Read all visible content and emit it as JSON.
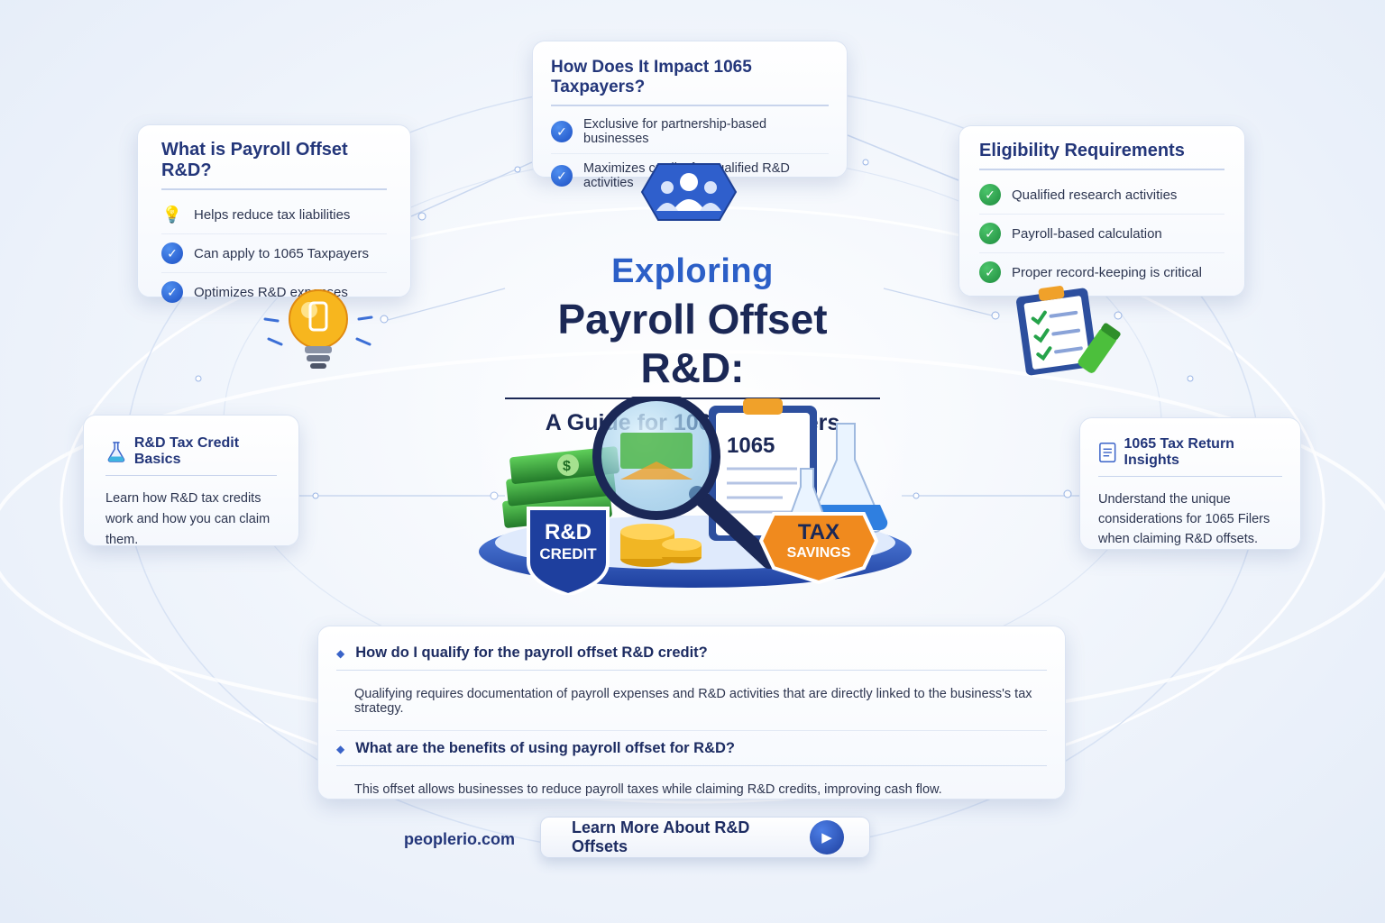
{
  "title": {
    "line1": "Exploring",
    "line2": "Payroll Offset R&D:",
    "line3": "A Guide for 1065 Taxpayers"
  },
  "what_card": {
    "title": "What is Payroll Offset R&D?",
    "items": [
      "Helps reduce tax liabilities",
      "Can apply to 1065 Taxpayers",
      "Optimizes R&D expenses"
    ]
  },
  "impact_card": {
    "title": "How Does It Impact 1065 Taxpayers?",
    "items": [
      "Exclusive for partnership-based businesses",
      "Maximizes credits for qualified R&D activities"
    ]
  },
  "eligibility_card": {
    "title": "Eligibility Requirements",
    "items": [
      "Qualified research activities",
      "Payroll-based calculation",
      "Proper record-keeping is critical"
    ]
  },
  "basics_card": {
    "title": "R&D Tax Credit Basics",
    "body": "Learn how R&D tax credits work and how you can claim them."
  },
  "insights_card": {
    "title": "1065 Tax Return Insights",
    "body": "Understand the unique considerations for 1065 Filers when claiming R&D offsets."
  },
  "illustration": {
    "form_number": "1065",
    "badge_left_line1": "R&D",
    "badge_left_line2": "CREDIT",
    "badge_right_line1": "TAX",
    "badge_right_line2": "SAVINGS"
  },
  "faq": [
    {
      "question": "How do I qualify for the payroll offset R&D credit?",
      "answer": "Qualifying requires documentation of payroll expenses and R&D activities that are directly linked to the business's tax strategy."
    },
    {
      "question": "What are the benefits of using payroll offset for R&D?",
      "answer": "This offset allows businesses to reduce payroll taxes while claiming R&D credits, improving cash flow."
    }
  ],
  "footer": {
    "site": "peoplerio.com",
    "cta_label": "Learn More About R&D Offsets"
  },
  "icons": {
    "check": "check-icon",
    "bulb": "lightbulb-icon",
    "users": "users-icon",
    "clipboard": "clipboard-icon",
    "flask": "flask-icon",
    "document": "document-icon",
    "play": "play-icon"
  },
  "colors": {
    "navy": "#1b2856",
    "accent_blue": "#2c5fc7",
    "check_blue": "#1c4fc3",
    "check_green": "#1e8c3e",
    "orange": "#f08a1e"
  }
}
